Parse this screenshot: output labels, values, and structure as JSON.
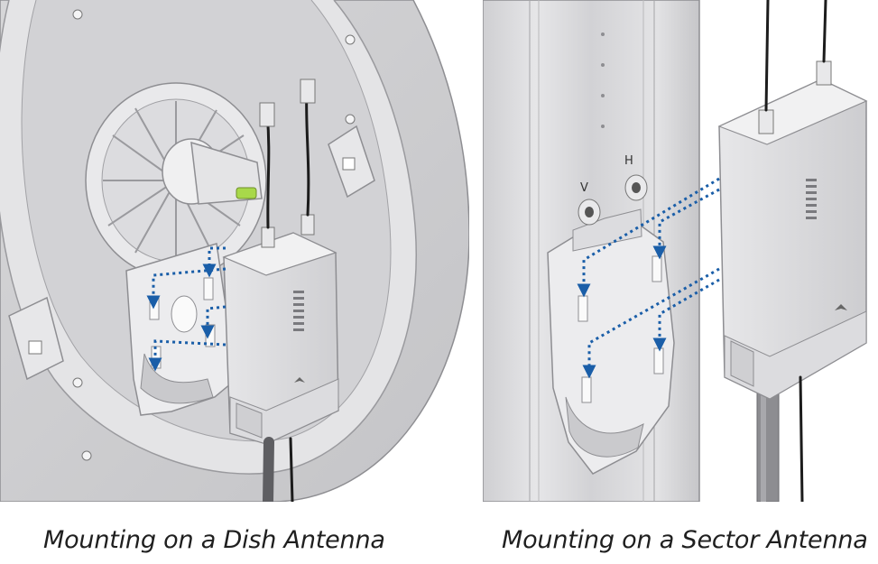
{
  "figures": [
    {
      "caption": "Mounting on a Dish Antenna",
      "pol_labels": []
    },
    {
      "caption": "Mounting on a Sector Antenna",
      "pol_labels": [
        "V",
        "H"
      ]
    }
  ],
  "colors": {
    "guide": "#1a5ea8",
    "metal": "#d9d9db",
    "metal_dark": "#bdbdc0",
    "outline": "#8e8e92",
    "cable": "#1c1c1c",
    "level_bubble": "#a8d84a"
  },
  "icons": [
    "ubiquiti-logo-icon",
    "led-signal-meter-icon",
    "rf-connector-icon",
    "arrow-down-icon"
  ]
}
